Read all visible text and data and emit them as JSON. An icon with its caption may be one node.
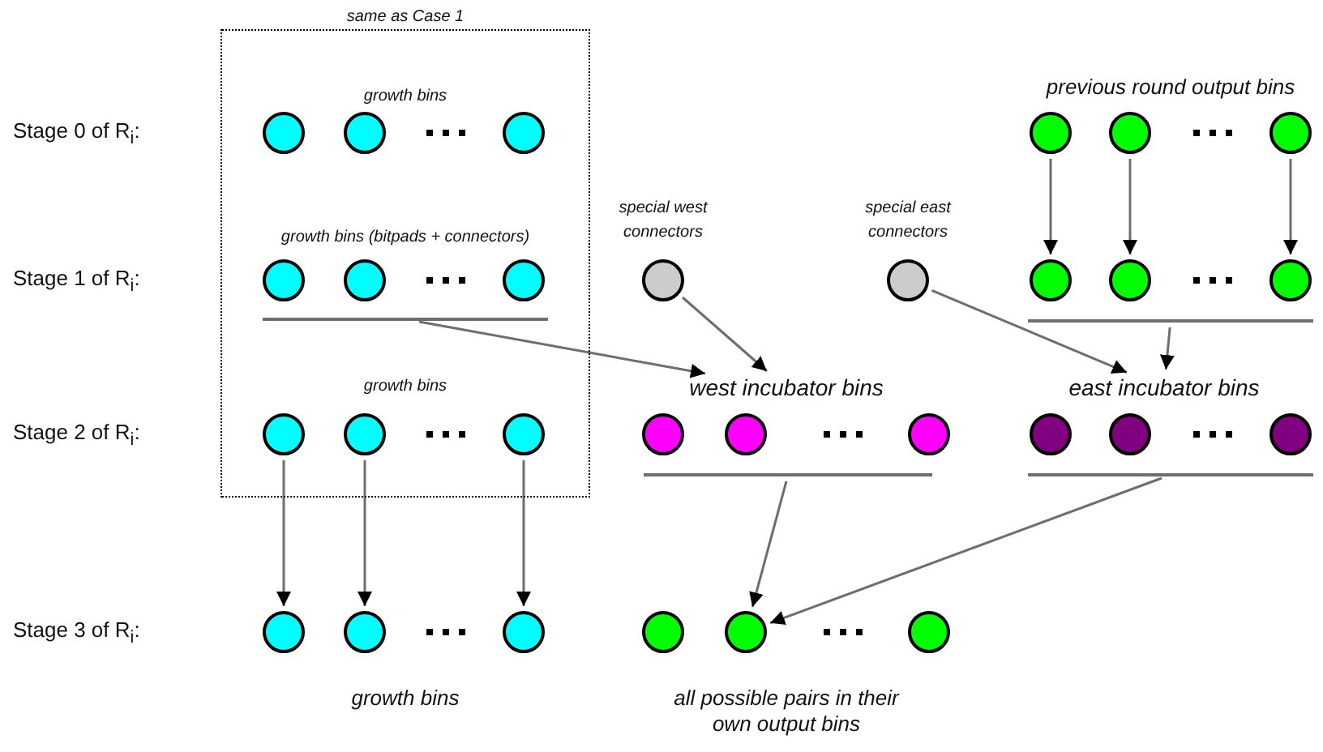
{
  "diagram": {
    "nodes": [
      {
        "text": [
          "same as Case 1"
        ]
      },
      {
        "text": [],
        "shape": "circle",
        "in": 0
      },
      {
        "text": [],
        "shape": "circle",
        "in": 0
      },
      {
        "text": [],
        "shape": "circle",
        "in": 0
      },
      {
        "text": [],
        "shape": "circle"
      },
      {
        "text": [],
        "shape": "circle"
      },
      {
        "text": [],
        "shape": "circle"
      },
      {
        "text": [],
        "shape": "circle",
        "in": 0
      },
      {
        "text": [],
        "shape": "circle",
        "in": 0
      },
      {
        "text": [],
        "shape": "circle",
        "in": 0
      },
      {
        "text": [
          "special west connectors"
        ]
      },
      {
        "text": [
          "special east connectors"
        ]
      },
      {
        "text": [],
        "shape": "circle"
      },
      {
        "text": [],
        "shape": "circle"
      },
      {
        "text": [],
        "shape": "circle"
      },
      {
        "text": [],
        "shape": "bar",
        "in": 0
      },
      {
        "text": [],
        "shape": "bar"
      },
      {
        "text": [
          "west incubator bins"
        ]
      },
      {
        "text": [
          "east incubator bins"
        ]
      },
      {
        "text": [],
        "shape": "circle",
        "in": 0
      },
      {
        "text": [],
        "shape": "circle",
        "in": 0
      },
      {
        "text": [],
        "shape": "circle",
        "in": 0
      },
      {
        "text": [],
        "shape": "circle"
      },
      {
        "text": [],
        "shape": "circle"
      },
      {
        "text": [],
        "shape": "circle"
      },
      {
        "text": [],
        "shape": "circle"
      },
      {
        "text": [],
        "shape": "circle"
      },
      {
        "text": [],
        "shape": "circle"
      },
      {
        "text": [],
        "shape": "bar"
      },
      {
        "text": [],
        "shape": "bar"
      },
      {
        "text": [],
        "shape": "circle"
      },
      {
        "text": [],
        "shape": "circle"
      },
      {
        "text": [],
        "shape": "circle"
      },
      {
        "text": [],
        "shape": "circle"
      },
      {
        "text": [],
        "shape": "circle"
      },
      {
        "text": [],
        "shape": "circle"
      }
    ],
    "edges": [
      {
        "from": 4,
        "to": 12,
        "arrow": "to"
      },
      {
        "from": 5,
        "to": 13,
        "arrow": "to"
      },
      {
        "from": 6,
        "to": 14,
        "arrow": "to"
      },
      {
        "from": 15,
        "to": 17,
        "arrow": "to"
      },
      {
        "from": 10,
        "to": 17,
        "arrow": "to"
      },
      {
        "from": 11,
        "to": 18,
        "arrow": "to"
      },
      {
        "from": 16,
        "to": 18,
        "arrow": "to"
      },
      {
        "from": 19,
        "to": 30,
        "arrow": "to"
      },
      {
        "from": 20,
        "to": 31,
        "arrow": "to"
      },
      {
        "from": 21,
        "to": 32,
        "arrow": "to"
      },
      {
        "from": 28,
        "to": 34,
        "arrow": "to"
      },
      {
        "from": 29,
        "to": 34,
        "arrow": "to"
      }
    ],
    "labels": [
      "Stage 0 of R$_{i}$:",
      "growth bins",
      "previous round output bins",
      "Stage 1 of R$_{i}$:",
      "growth bins (bitpads + connectors)",
      "Stage 2 of R$_{i}$:",
      "growth bins",
      "Stage 3 of R$_{i}$:",
      "growth bins",
      "all possible pairs in their own output bins"
    ]
  }
}
